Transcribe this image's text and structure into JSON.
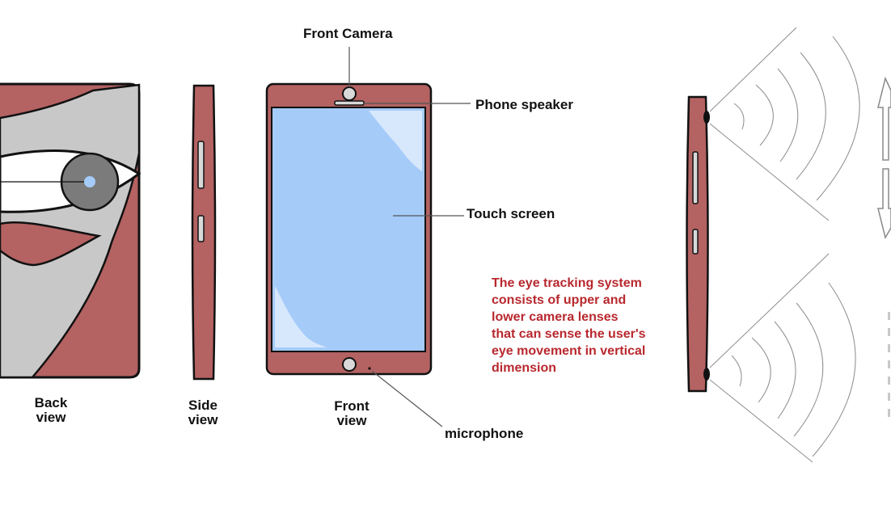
{
  "labels": {
    "front_camera": "Front Camera",
    "phone_speaker": "Phone speaker",
    "touch_screen": "Touch screen",
    "microphone": "microphone",
    "back_view": [
      "Back",
      "view"
    ],
    "side_view": [
      "Side",
      "view"
    ],
    "front_view": [
      "Front",
      "view"
    ]
  },
  "note": {
    "lines": [
      "The eye tracking system",
      "consists of upper and",
      "lower camera lenses",
      "that can sense the user's",
      "eye movement in vertical",
      "dimension"
    ]
  },
  "colors": {
    "phone_body": "#b46262",
    "screen": "#a5cbf9",
    "screen_glare": "#d7e8fc",
    "gray_panel": "#c8c8c8",
    "iris": "#7b7b7b",
    "pupil": "#a5cbf9",
    "note_text": "#b8282e",
    "wave_lines": "#8c8c8c"
  },
  "icons": {
    "vertical_arrows": "up-down-arrow-icon"
  }
}
